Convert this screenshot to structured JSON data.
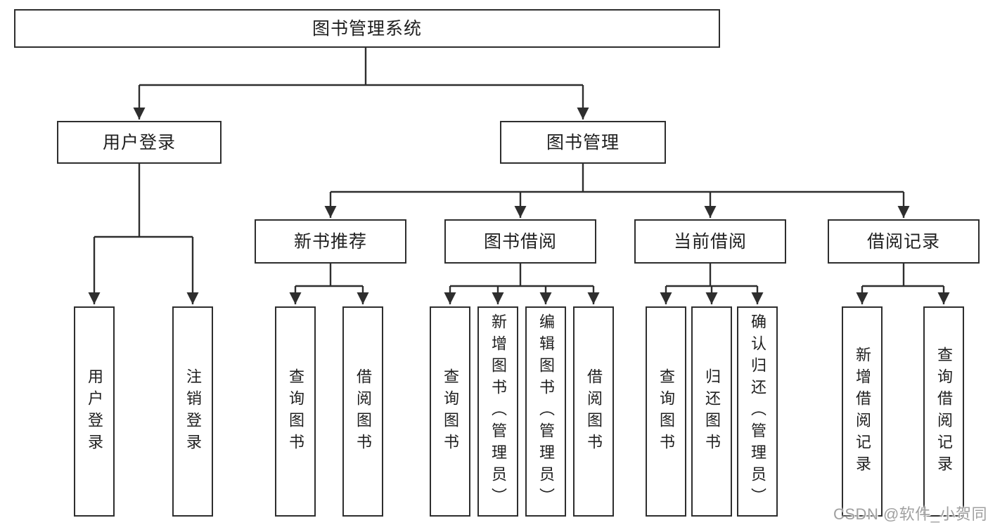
{
  "tree": {
    "root": {
      "label": "图书管理系统"
    },
    "branches": [
      {
        "label": "用户登录",
        "children": [
          {
            "label": "用户登录"
          },
          {
            "label": "注销登录"
          }
        ]
      },
      {
        "label": "图书管理",
        "children": [
          {
            "label": "新书推荐",
            "children": [
              {
                "label": "查询图书"
              },
              {
                "label": "借阅图书"
              }
            ]
          },
          {
            "label": "图书借阅",
            "children": [
              {
                "label": "查询图书"
              },
              {
                "label": "新增图书（管理员）"
              },
              {
                "label": "编辑图书（管理员）"
              },
              {
                "label": "借阅图书"
              }
            ]
          },
          {
            "label": "当前借阅",
            "children": [
              {
                "label": "查询图书"
              },
              {
                "label": "归还图书"
              },
              {
                "label": "确认归还（管理员）"
              }
            ]
          },
          {
            "label": "借阅记录",
            "children": [
              {
                "label": "新增借阅记录"
              },
              {
                "label": "查询借阅记录"
              }
            ]
          }
        ]
      }
    ]
  },
  "watermark": {
    "text": "CSDN @软件_小贺同学"
  },
  "colors": {
    "line": "#2e2e2e",
    "box_border": "#2e2e2e",
    "box_fill": "#ffffff",
    "text": "#1f1f1f",
    "watermark": "#a0a0a0"
  }
}
